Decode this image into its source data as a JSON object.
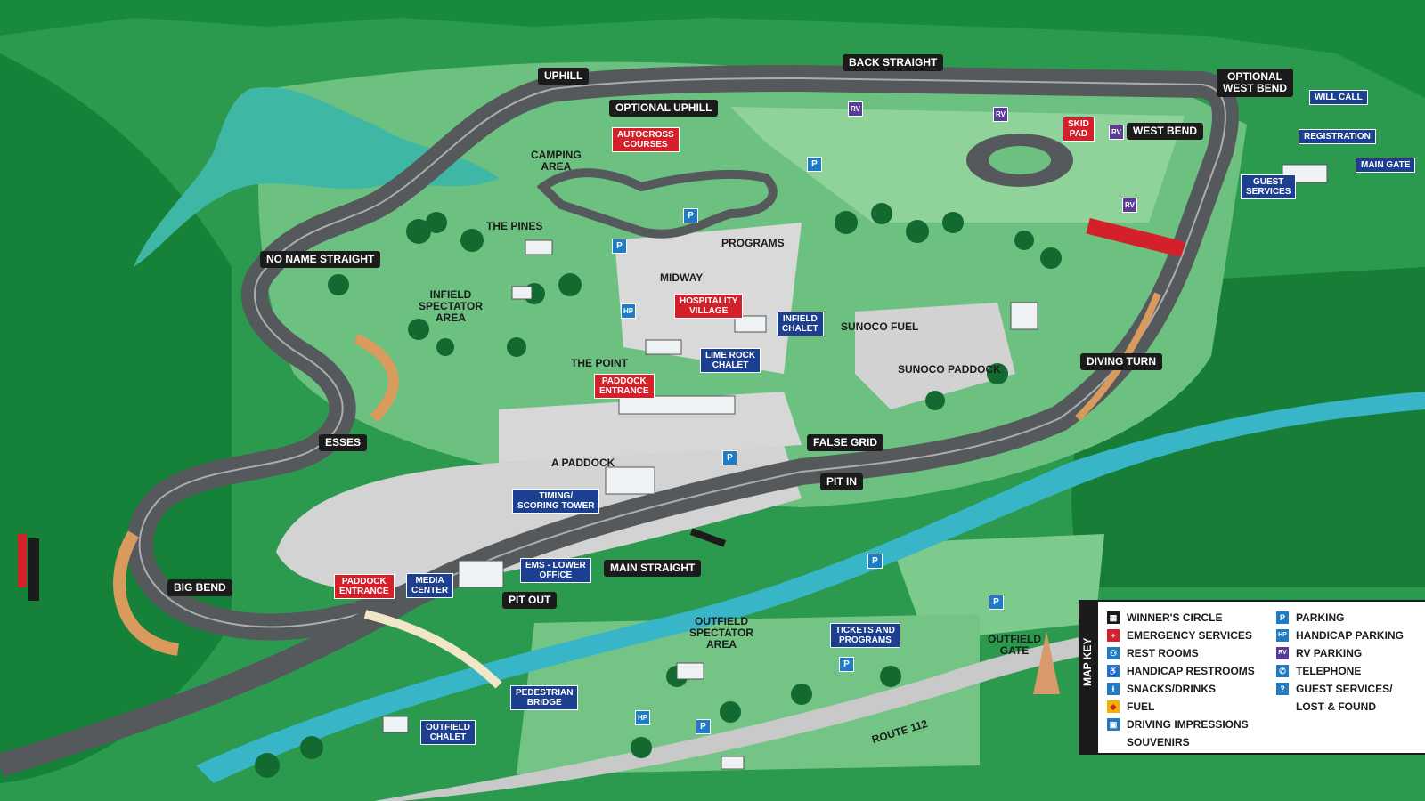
{
  "map": {
    "track_labels": {
      "uphill": "UPHILL",
      "back_straight": "BACK STRAIGHT",
      "optional_west_bend": "OPTIONAL\nWEST BEND",
      "optional_uphill": "OPTIONAL UPHILL",
      "west_bend": "WEST BEND",
      "no_name_straight": "NO NAME STRAIGHT",
      "diving_turn": "DIVING TURN",
      "esses": "ESSES",
      "false_grid": "FALSE GRID",
      "pit_in": "PIT IN",
      "main_straight": "MAIN STRAIGHT",
      "pit_out": "PIT OUT",
      "big_bend": "BIG BEND"
    },
    "red_labels": {
      "autocross": "AUTOCROSS\nCOURSES",
      "skid_pad": "SKID\nPAD",
      "hospitality": "HOSPITALITY\nVILLAGE",
      "paddock_entrance_1": "PADDOCK\nENTRANCE",
      "paddock_entrance_2": "PADDOCK\nENTRANCE"
    },
    "blue_labels": {
      "will_call": "WILL CALL",
      "registration": "REGISTRATION",
      "main_gate": "MAIN GATE",
      "guest_services": "GUEST\nSERVICES",
      "infield_chalet": "INFIELD\nCHALET",
      "lime_rock_chalet": "LIME ROCK\nCHALET",
      "timing_tower": "TIMING/\nSCORING TOWER",
      "media_center": "MEDIA\nCENTER",
      "ems": "EMS - LOWER\nOFFICE",
      "tickets": "TICKETS AND\nPROGRAMS",
      "pedestrian_bridge": "PEDESTRIAN\nBRIDGE",
      "outfield_chalet": "OUTFIELD\nCHALET"
    },
    "area_labels": {
      "camping": "CAMPING\nAREA",
      "the_pines": "THE PINES",
      "programs": "PROGRAMS",
      "midway": "MIDWAY",
      "infield_spectator": "INFIELD\nSPECTATOR\nAREA",
      "sunoco_fuel": "SUNOCO FUEL",
      "sunoco_paddock": "SUNOCO PADDOCK",
      "the_point": "THE POINT",
      "a_paddock": "A PADDOCK",
      "outfield_spectator": "OUTFIELD\nSPECTATOR\nAREA",
      "outfield_gate": "OUTFIELD\nGATE",
      "route": "ROUTE 112"
    },
    "pins": {
      "parking": "P",
      "handicap": "HP",
      "rv": "RV"
    }
  },
  "legend": {
    "title": "MAP KEY",
    "left": [
      {
        "icon": "checkered-flag-icon",
        "label": "WINNER'S CIRCLE",
        "color": "#1b1b1b"
      },
      {
        "icon": "cross-icon",
        "label": "EMERGENCY SERVICES",
        "color": "#d4202a"
      },
      {
        "icon": "restroom-icon",
        "label": "REST ROOMS",
        "color": "#1f7cc4"
      },
      {
        "icon": "handicap-restroom-icon",
        "label": "HANDICAP RESTROOMS",
        "color": "#1f7cc4"
      },
      {
        "icon": "snacks-icon",
        "label": "SNACKS/DRINKS",
        "color": "#1f7cc4"
      },
      {
        "icon": "fuel-icon",
        "label": "FUEL",
        "color": "#f0b400"
      },
      {
        "icon": "souvenir-icon",
        "label": "DRIVING IMPRESSIONS",
        "color": "#1f7cc4"
      },
      {
        "icon": "",
        "label": "SOUVENIRS",
        "color": ""
      }
    ],
    "right": [
      {
        "icon": "parking-icon",
        "label": "PARKING",
        "color": "#1f7cc4"
      },
      {
        "icon": "handicap-parking-icon",
        "label": "HANDICAP PARKING",
        "color": "#1f7cc4"
      },
      {
        "icon": "rv-parking-icon",
        "label": "RV PARKING",
        "color": "#5b3b96"
      },
      {
        "icon": "telephone-icon",
        "label": "TELEPHONE",
        "color": "#1f7cc4"
      },
      {
        "icon": "guest-services-icon",
        "label": "GUEST SERVICES/",
        "color": "#1f7cc4"
      },
      {
        "icon": "",
        "label": "LOST & FOUND",
        "color": ""
      }
    ]
  }
}
